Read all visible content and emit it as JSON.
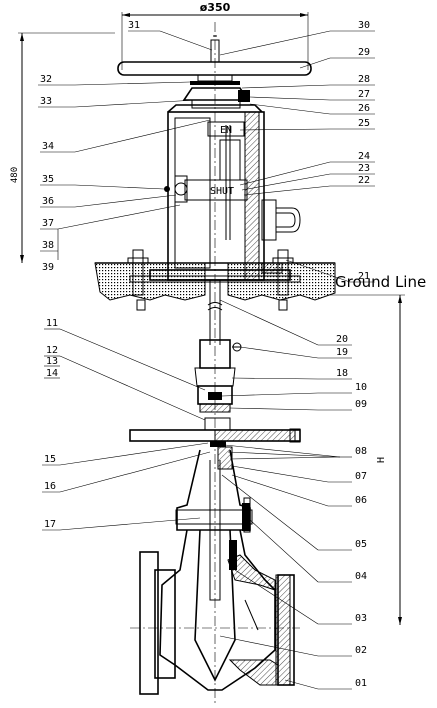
{
  "diagram": {
    "dimensions": {
      "handwheel_diameter": "ø350",
      "height_left": "480",
      "height_right": "H"
    },
    "ground_label": "Ground Line",
    "indicator_open": "EN",
    "indicator_shut": "SHUT",
    "callouts": [
      {
        "id": "c31",
        "text": "31"
      },
      {
        "id": "c30",
        "text": "30"
      },
      {
        "id": "c29",
        "text": "29"
      },
      {
        "id": "c32",
        "text": "32"
      },
      {
        "id": "c28",
        "text": "28"
      },
      {
        "id": "c33",
        "text": "33"
      },
      {
        "id": "c27",
        "text": "27"
      },
      {
        "id": "c26",
        "text": "26"
      },
      {
        "id": "c25",
        "text": "25"
      },
      {
        "id": "c34",
        "text": "34"
      },
      {
        "id": "c24",
        "text": "24"
      },
      {
        "id": "c23",
        "text": "23"
      },
      {
        "id": "c35",
        "text": "35"
      },
      {
        "id": "c22",
        "text": "22"
      },
      {
        "id": "c36",
        "text": "36"
      },
      {
        "id": "c37",
        "text": "37"
      },
      {
        "id": "c38",
        "text": "38"
      },
      {
        "id": "c21",
        "text": "21"
      },
      {
        "id": "c39",
        "text": "39"
      },
      {
        "id": "c20",
        "text": "20"
      },
      {
        "id": "c11",
        "text": "11"
      },
      {
        "id": "c19",
        "text": "19"
      },
      {
        "id": "c12",
        "text": "12"
      },
      {
        "id": "c13",
        "text": "13"
      },
      {
        "id": "c18",
        "text": "18"
      },
      {
        "id": "c14",
        "text": "14"
      },
      {
        "id": "c10",
        "text": "10"
      },
      {
        "id": "c09",
        "text": "09"
      },
      {
        "id": "c08",
        "text": "08"
      },
      {
        "id": "c15",
        "text": "15"
      },
      {
        "id": "c07",
        "text": "07"
      },
      {
        "id": "c16",
        "text": "16"
      },
      {
        "id": "c06",
        "text": "06"
      },
      {
        "id": "c17",
        "text": "17"
      },
      {
        "id": "c05",
        "text": "05"
      },
      {
        "id": "c04",
        "text": "04"
      },
      {
        "id": "c03",
        "text": "03"
      },
      {
        "id": "c02",
        "text": "02"
      },
      {
        "id": "c01",
        "text": "01"
      }
    ]
  }
}
